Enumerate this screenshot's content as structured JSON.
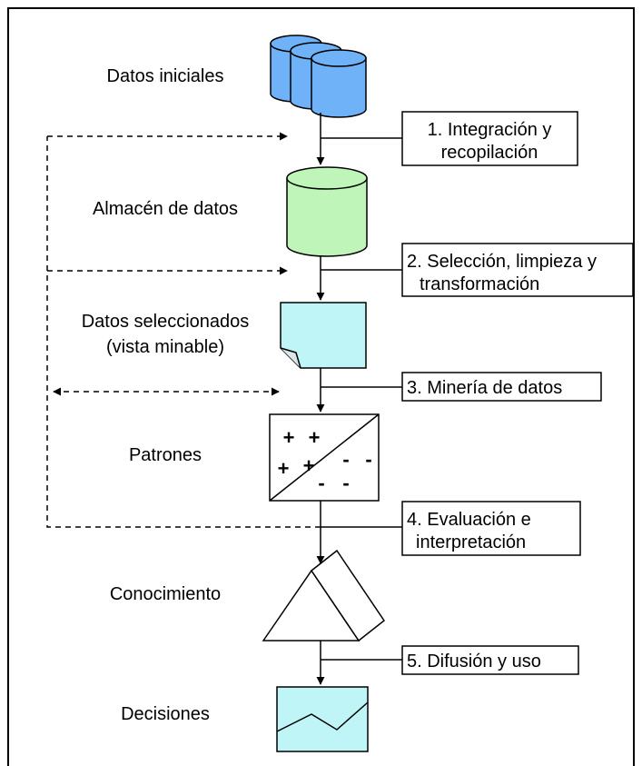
{
  "stages": [
    {
      "label_lines": [
        "Datos iniciales"
      ]
    },
    {
      "label_lines": [
        "Almacén de datos"
      ]
    },
    {
      "label_lines": [
        "Datos seleccionados",
        "(vista minable)"
      ]
    },
    {
      "label_lines": [
        "Patrones"
      ]
    },
    {
      "label_lines": [
        "Conocimiento"
      ]
    },
    {
      "label_lines": [
        "Decisiones"
      ]
    }
  ],
  "steps": [
    {
      "lines": [
        "1. Integración y",
        "recopilación"
      ]
    },
    {
      "lines": [
        "2. Selección, limpieza y",
        "transformación"
      ]
    },
    {
      "lines": [
        "3. Minería de datos"
      ]
    },
    {
      "lines": [
        "4. Evaluación e",
        "interpretación"
      ]
    },
    {
      "lines": [
        "5. Difusión y uso"
      ]
    }
  ],
  "patterns": {
    "plus": "+",
    "minus": "-"
  },
  "colors": {
    "database_fill": "#6fb2f7",
    "warehouse_fill": "#bff5b9",
    "document_fill": "#bff5f7",
    "chart_fill": "#bff5f7",
    "line": "#000000"
  }
}
